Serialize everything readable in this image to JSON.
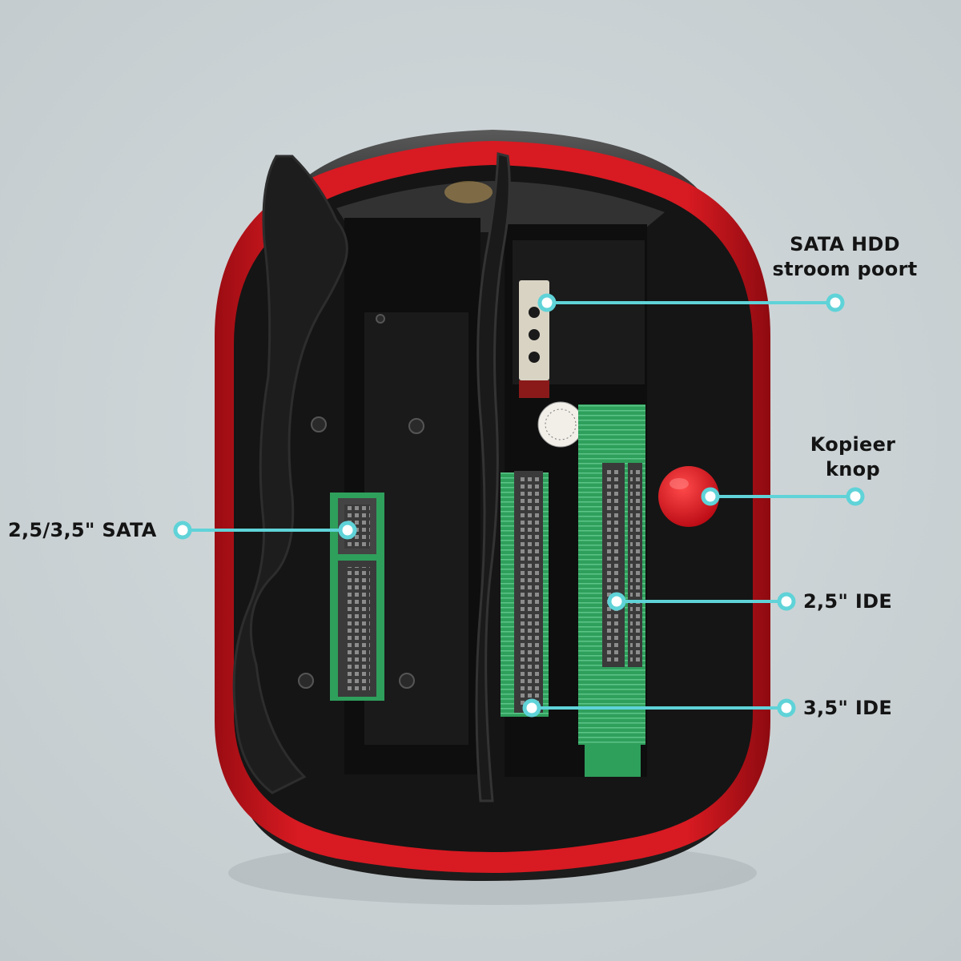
{
  "labels": {
    "sata_power": {
      "line1": "SATA HDD",
      "line2": "stroom poort"
    },
    "copy_button": {
      "line1": "Kopieer",
      "line2": "knop"
    },
    "sata": "2,5/3,5\" SATA",
    "ide_25": "2,5\" IDE",
    "ide_35": "3,5\" IDE"
  },
  "colors": {
    "background": "#ccd4d6",
    "body_red": "#cc1018",
    "body_black": "#141414",
    "pcb_green": "#2f9f5c",
    "callout_cyan": "#5fd3d8",
    "button_red": "#d8101c"
  }
}
